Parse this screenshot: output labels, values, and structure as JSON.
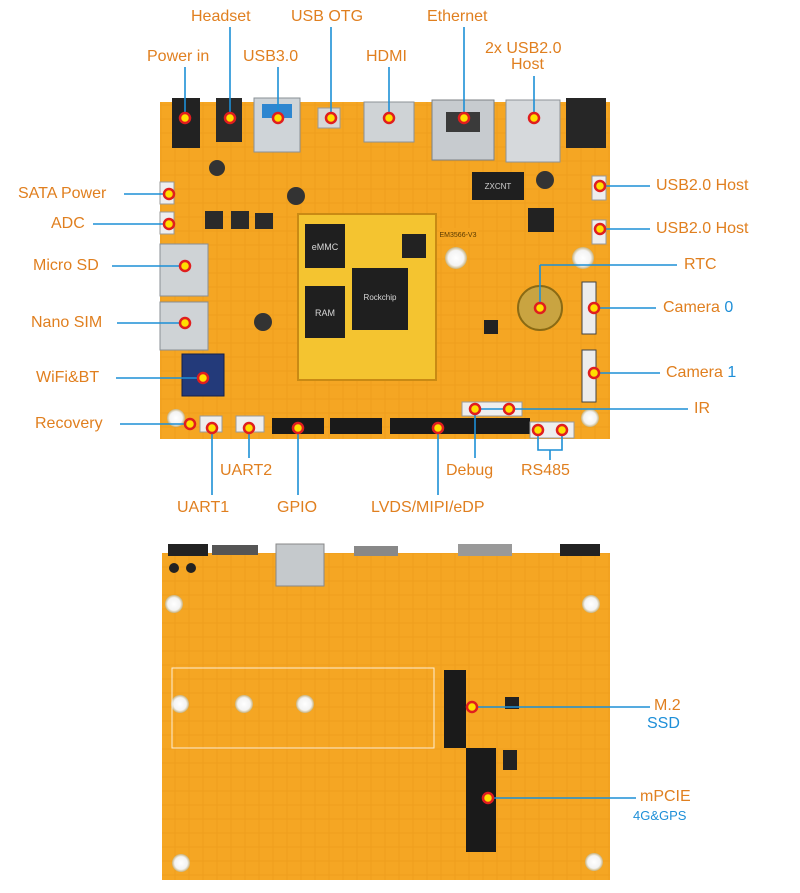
{
  "colors": {
    "label": "#e07f1f",
    "accent_blue": "#1e8fd8",
    "pcb": "#f5a623",
    "line": "#1d8fd6",
    "dot": "#ffdf00",
    "dot_ring": "#e01e1e"
  },
  "top_labels": {
    "headset": "Headset",
    "usb_otg": "USB OTG",
    "ethernet": "Ethernet",
    "power_in": "Power in",
    "usb30": "USB3.0",
    "hdmi": "HDMI",
    "usb20_host_2x_line1": "2x USB2.0",
    "usb20_host_2x_line2": "Host"
  },
  "left_labels": {
    "sata_power": "SATA Power",
    "adc": "ADC",
    "micro_sd": "Micro SD",
    "nano_sim": "Nano SIM",
    "wifi_bt": "WiFi&BT",
    "recovery": "Recovery"
  },
  "right_labels": {
    "usb20_host_a": "USB2.0 Host",
    "usb20_host_b": "USB2.0 Host",
    "rtc": "RTC",
    "camera0_name": "Camera",
    "camera0_num": "0",
    "camera1_name": "Camera",
    "camera1_num": "1",
    "ir": "IR"
  },
  "bottom_labels": {
    "uart2": "UART2",
    "debug": "Debug",
    "rs485": "RS485",
    "uart1": "UART1",
    "gpio": "GPIO",
    "lvds": "LVDS/MIPI/eDP"
  },
  "back_labels": {
    "m2": "M.2",
    "ssd": "SSD",
    "mpcie": "mPCIE",
    "gps": "4G&GPS"
  },
  "chip_text": {
    "emmc": "eMMC",
    "ram": "RAM",
    "soc_brand": "Rockchip",
    "module": "EM3566-V3",
    "eth_chip": "ZXCNT"
  }
}
